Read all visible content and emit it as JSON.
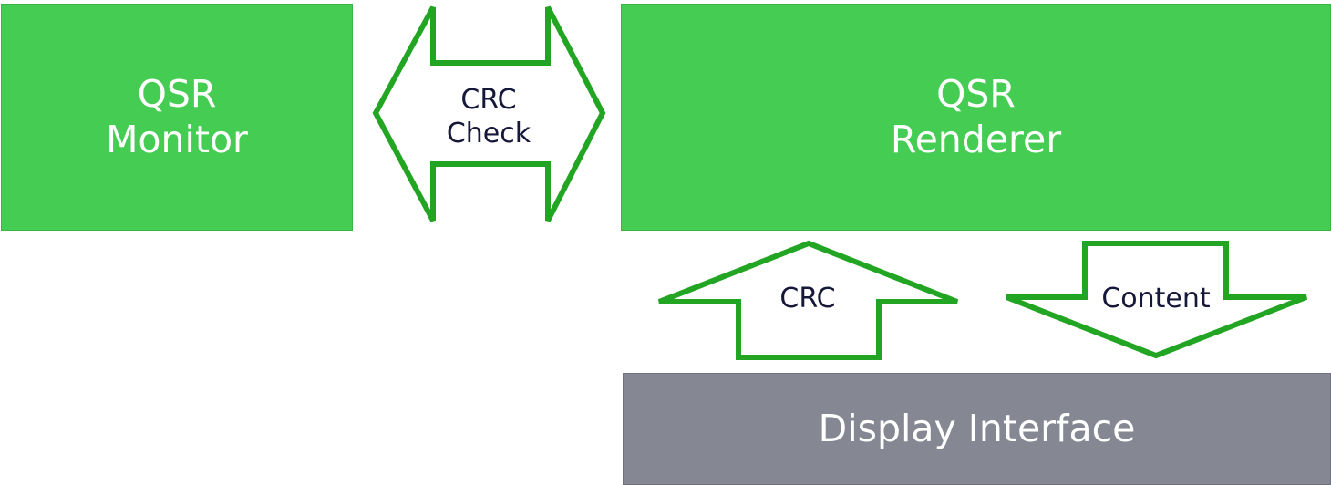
{
  "colors": {
    "box_green": "#44cd52",
    "arrow_outline_green": "#22a522",
    "box_gray": "#858893",
    "box_text": "#ffffff",
    "arrow_text": "#16183a"
  },
  "nodes": {
    "monitor": {
      "line1": "QSR",
      "line2": "Monitor"
    },
    "renderer": {
      "line1": "QSR",
      "line2": "Renderer"
    },
    "display": {
      "label": "Display Interface"
    }
  },
  "arrows": {
    "crc_check": {
      "line1": "CRC",
      "line2": "Check"
    },
    "crc_up": {
      "label": "CRC"
    },
    "content_down": {
      "label": "Content"
    }
  }
}
